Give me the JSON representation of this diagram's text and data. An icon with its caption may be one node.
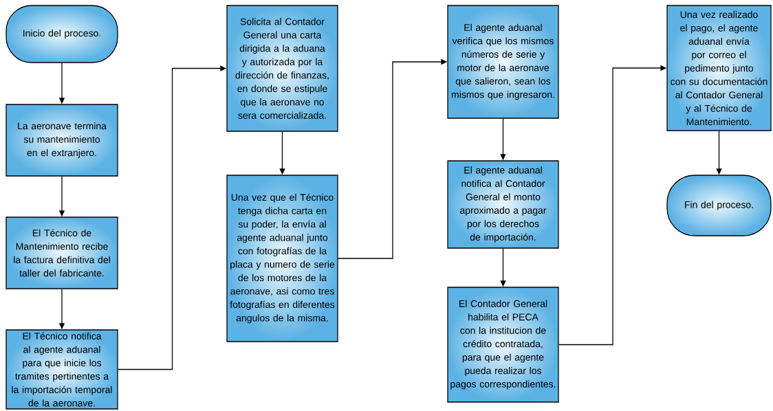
{
  "diagram": {
    "nodes": [
      {
        "text": [
          "Inicio del proceso."
        ]
      },
      {
        "text": [
          "La aeronave termina su mantenimiento en el extranjero."
        ]
      },
      {
        "text": [
          "El Técnico de Mantenimiento recibe la factura definitiva del taller del fabricante."
        ]
      },
      {
        "text": [
          "El Técnico notifica al agente aduanal para que inicie los tramites pertinentes a la importación temporal de la aeronave."
        ]
      },
      {
        "text": [
          "Solicita al Contador General una carta dirigida a la aduana y autorizada por la dirección de finanzas, en donde se estipule que la aeronave no sera comercializada."
        ]
      },
      {
        "text": [
          "Una vez que el Técnico tenga dicha carta en su poder, la envía al agente aduanal junto con fotografías de la placa y numero de serie de los motores de la aeronave, asi como tres fotografías en diferentes angulos de la misma."
        ]
      },
      {
        "text": [
          "El agente aduanal verifica que los mismos números de serie y motor de la aeronave que salieron, sean los mismos que ingresaron."
        ]
      },
      {
        "text": [
          "El agente aduanal notifica al Contador General el monto aproximado a pagar por los derechos de importación."
        ]
      },
      {
        "text": [
          "El Contador General habilita el PECA con la institucion de crédito contratada, para que el agente pueda realizar los pagos correspondientes."
        ]
      },
      {
        "text": [
          "Una vez realizado el pago, el agente aduanal envía por correo el pedimento junto con su documentación al Contador General y al Técnico de Mantenimiento."
        ]
      },
      {
        "text": [
          "Fin del proceso."
        ]
      }
    ],
    "edges": [
      {
        "from": 0,
        "to": 1,
        "arrow": "to"
      },
      {
        "from": 1,
        "to": 2,
        "arrow": "to"
      },
      {
        "from": 2,
        "to": 3,
        "arrow": "to"
      },
      {
        "from": 3,
        "to": 4,
        "arrow": "to"
      },
      {
        "from": 4,
        "to": 5,
        "arrow": "to"
      },
      {
        "from": 5,
        "to": 6,
        "arrow": "to"
      },
      {
        "from": 6,
        "to": 7,
        "arrow": "to"
      },
      {
        "from": 7,
        "to": 8,
        "arrow": "to"
      },
      {
        "from": 8,
        "to": 9,
        "arrow": "to"
      },
      {
        "from": 9,
        "to": 10,
        "arrow": "to"
      }
    ]
  }
}
